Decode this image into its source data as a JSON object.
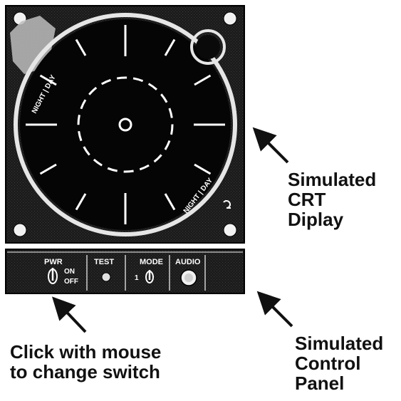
{
  "callouts": {
    "crt": [
      "Simulated",
      "CRT",
      "Diplay"
    ],
    "mouse": [
      "Click with mouse",
      "to change switch"
    ],
    "panel": [
      "Simulated",
      "Control",
      "Panel"
    ]
  },
  "crt_display": {
    "bezel_label_top": "NIGHT | DAY",
    "bezel_label_bottom": "NIGHT | DAY"
  },
  "control_panel": {
    "pwr_label": "PWR",
    "pwr_on_label": "ON",
    "pwr_off_label": "OFF",
    "test_label": "TEST",
    "mode_label": "MODE",
    "mode_position": "1",
    "audio_label": "AUDIO"
  },
  "icons": {
    "brightness_knob": "brightness-knob-icon",
    "pwr_switch": "toggle-switch-icon",
    "test_button": "push-button-icon",
    "mode_switch": "toggle-switch-icon",
    "audio_knob": "rotary-knob-icon",
    "arrows": "arrow-icon"
  },
  "colors": {
    "screen": "#050505",
    "bezel": "#1e1e1e",
    "ring": "#e6e6e6",
    "ink": "#111111"
  }
}
